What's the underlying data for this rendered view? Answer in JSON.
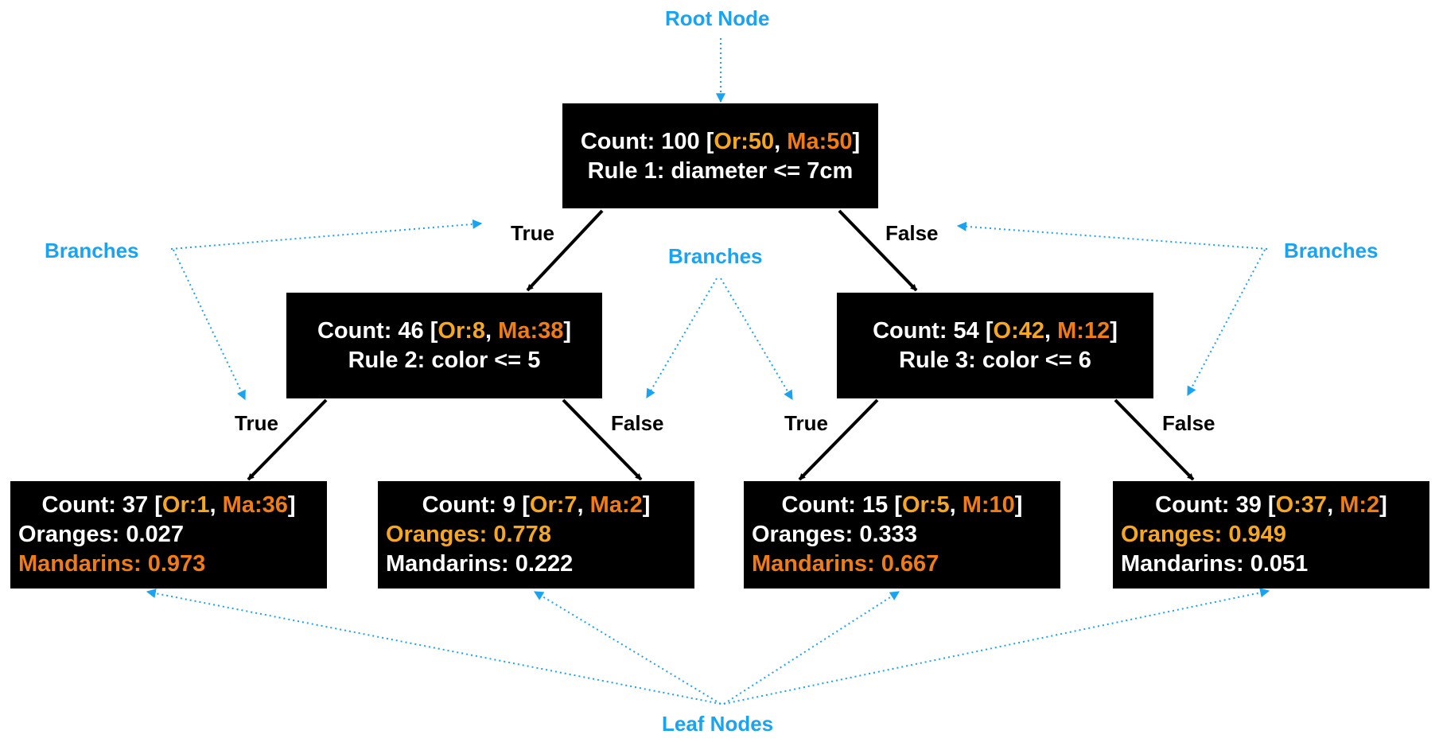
{
  "annotations": {
    "root": "Root Node",
    "branches": "Branches",
    "leaf": "Leaf Nodes"
  },
  "edge_labels": {
    "true": "True",
    "false": "False"
  },
  "colors": {
    "orange": "#F5A623",
    "dark_orange": "#F07C15",
    "annotation_blue": "#1AA3F0",
    "node_bg": "#000000"
  },
  "root": {
    "count_prefix": "Count: 100 [",
    "a": "Or:50",
    "sep": ", ",
    "b": "Ma:50",
    "suffix": "]",
    "rule": "Rule 1: diameter <= 7cm"
  },
  "left": {
    "count_prefix": "Count: 46 [",
    "a": "Or:8",
    "sep": ", ",
    "b": "Ma:38",
    "suffix": "]",
    "rule": "Rule 2: color <= 5"
  },
  "right": {
    "count_prefix": "Count: 54 [",
    "a": "O:42",
    "sep": ", ",
    "b": "M:12",
    "suffix": "]",
    "rule": "Rule 3: color <= 6"
  },
  "leaves": [
    {
      "count_prefix": "Count: 37 [",
      "a": "Or:1",
      "sep": ", ",
      "b": "Ma:36",
      "suffix": "]",
      "oranges": "Oranges: 0.027",
      "mandarins": "Mandarins: 0.973"
    },
    {
      "count_prefix": "Count: 9 [",
      "a": "Or:7",
      "sep": ", ",
      "b": "Ma:2",
      "suffix": "]",
      "oranges": "Oranges: 0.778",
      "mandarins": "Mandarins: 0.222"
    },
    {
      "count_prefix": "Count: 15 [",
      "a": "Or:5",
      "sep": ", ",
      "b": "M:10",
      "suffix": "]",
      "oranges": "Oranges: 0.333",
      "mandarins": "Mandarins: 0.667"
    },
    {
      "count_prefix": "Count: 39 [",
      "a": "O:37",
      "sep": ", ",
      "b": "M:2",
      "suffix": "]",
      "oranges": "Oranges: 0.949",
      "mandarins": "Mandarins: 0.051"
    }
  ]
}
